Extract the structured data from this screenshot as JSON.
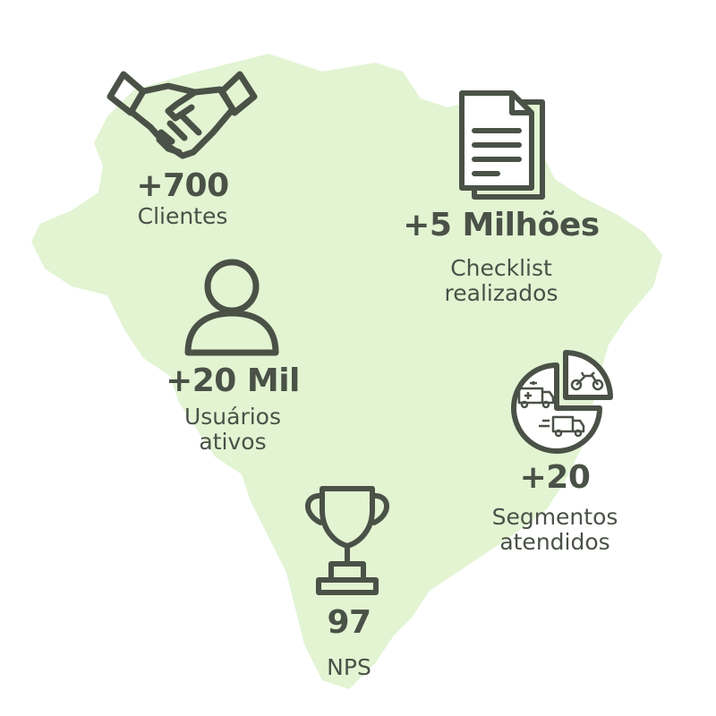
{
  "colors": {
    "map_fill": "#e2f4d2",
    "ink": "#4a5147",
    "background": "#ffffff"
  },
  "stats": {
    "clients": {
      "icon": "handshake-icon",
      "value": "+700",
      "label": "Clientes"
    },
    "checklists": {
      "icon": "document-icon",
      "value": "+5 Milhões",
      "label_line1": "Checklist",
      "label_line2": "realizados"
    },
    "users": {
      "icon": "user-icon",
      "value": "+20 Mil",
      "label_line1": "Usuários",
      "label_line2": "ativos"
    },
    "segments": {
      "icon": "pie-vehicles-icon",
      "value": "+20",
      "label_line1": "Segmentos",
      "label_line2": "atendidos"
    },
    "nps": {
      "icon": "trophy-icon",
      "value": "97",
      "label": "NPS"
    }
  }
}
